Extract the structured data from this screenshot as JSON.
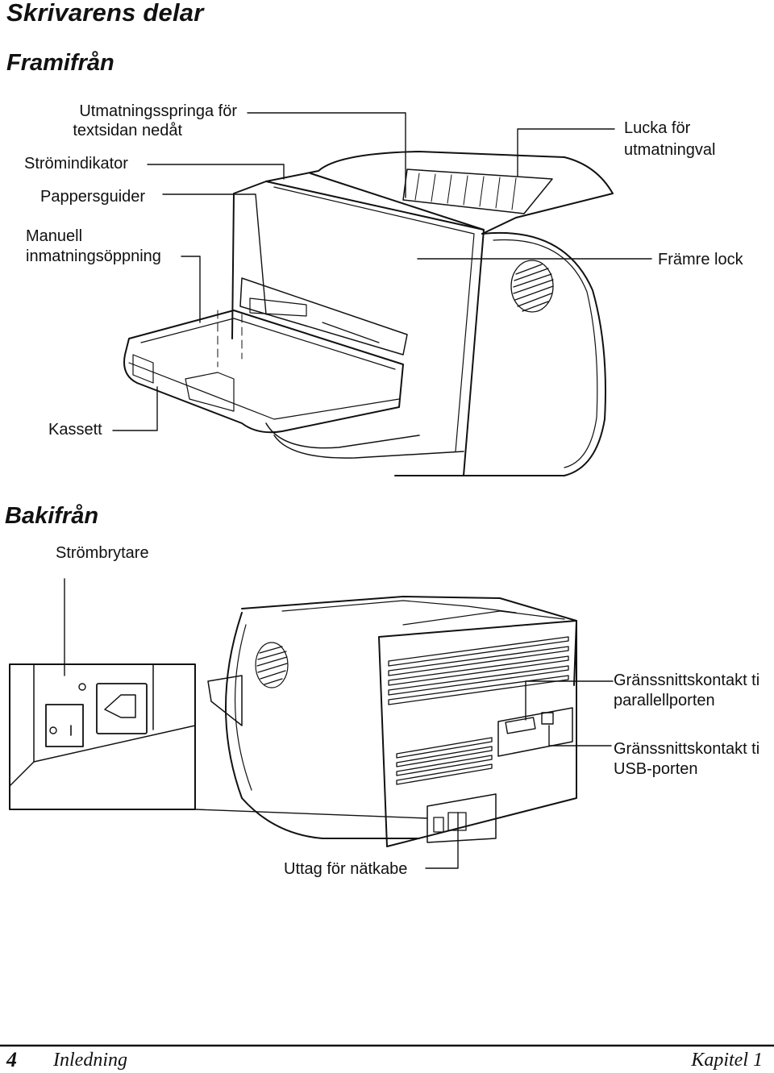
{
  "title": "Skrivarens delar",
  "front": {
    "heading": "Framifrån",
    "labels": {
      "output_slot_1": "Utmatningsspringa för",
      "output_slot_2": "textsidan nedåt",
      "power_indicator": "Strömindikator",
      "paper_guides": "Pappersguider",
      "manual_feed_1": "Manuell",
      "manual_feed_2": "inmatningsöppning",
      "output_door_1": "Lucka för",
      "output_door_2": "utmatningval",
      "front_cover": "Främre lock",
      "cassette": "Kassett"
    }
  },
  "back": {
    "heading": "Bakifrån",
    "labels": {
      "power_switch": "Strömbrytare",
      "parallel_1": "Gränssnittskontakt ti",
      "parallel_2": "parallellporten",
      "usb_1": "Gränssnittskontakt ti",
      "usb_2": "USB-porten",
      "power_socket": "Uttag för nätkabe"
    }
  },
  "footer": {
    "page_number": "4",
    "section": "Inledning",
    "chapter": "Kapitel 1"
  }
}
